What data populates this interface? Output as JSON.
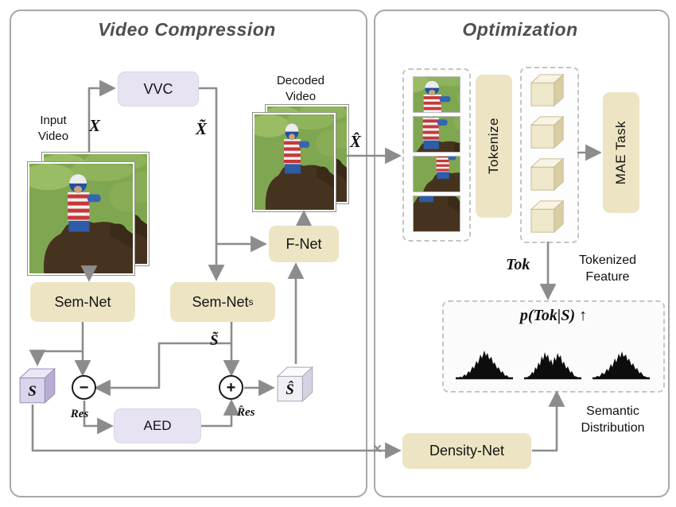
{
  "titles": {
    "video_compression": "Video Compression",
    "optimization": "Optimization"
  },
  "compression": {
    "input_video": "Input Video",
    "x": "X",
    "x_tilde": "X̃",
    "decoded_video": "Decoded Video",
    "x_hat": "X̂",
    "vvc": "VVC",
    "f_net": "F-Net",
    "sem_net": "Sem-Net",
    "sem_net_s": "Sem-Net",
    "sem_net_s_sub": "s",
    "s": "S",
    "s_tilde": "S̃",
    "s_hat": "Ŝ",
    "minus": "−",
    "plus": "+",
    "res": "Res",
    "res_hat": "R̂es",
    "aed": "AED"
  },
  "optimization": {
    "tokenize": "Tokenize",
    "mae_task": "MAE Task",
    "tok": "Tok",
    "tokenized_feature": "Tokenized Feature",
    "distribution_expr": "p(Tok|S) ↑",
    "semantic_distribution": "Semantic Distribution",
    "density_net": "Density-Net",
    "multiply": "×"
  },
  "colors": {
    "box_tan": "#ece4c3",
    "box_lavender": "#e7e3f2",
    "arrow_gray": "#8c8c8c",
    "panel_border": "#a8a8a8",
    "cube_purple_front": "#dcd4ea",
    "cube_tan_front": "#efe7ca"
  }
}
